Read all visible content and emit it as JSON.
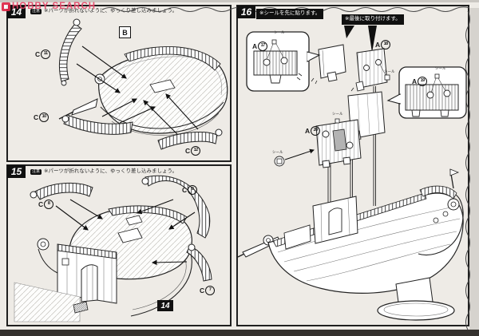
{
  "watermark": {
    "text": "HOBBY SEARCH"
  },
  "caution": {
    "badge": "注意",
    "text": "※パーツが折れないように、ゆっくり差し込みましょう。"
  },
  "steps": {
    "s14": {
      "number": "14",
      "ref_label": "B",
      "parts": {
        "c11": {
          "letter": "C",
          "num": "11"
        },
        "c10": {
          "letter": "C",
          "num": "10"
        },
        "c12": {
          "letter": "C",
          "num": "12"
        }
      }
    },
    "s15": {
      "number": "15",
      "ref_label": "14",
      "parts": {
        "c8": {
          "letter": "C",
          "num": "8"
        },
        "c9": {
          "letter": "C",
          "num": "9"
        },
        "c7": {
          "letter": "C",
          "num": "7"
        }
      }
    },
    "s16": {
      "number": "16",
      "note_sticker_first": "※シールを先に貼ります。",
      "note_attach_last": "※最後に取り付けます。",
      "sticker": "シール",
      "parts": {
        "a17": {
          "letter": "A",
          "num": "17"
        },
        "a18": {
          "letter": "A",
          "num": "18"
        },
        "a19": {
          "letter": "A",
          "num": "19"
        },
        "a20": {
          "letter": "A",
          "num": "20"
        }
      }
    }
  }
}
